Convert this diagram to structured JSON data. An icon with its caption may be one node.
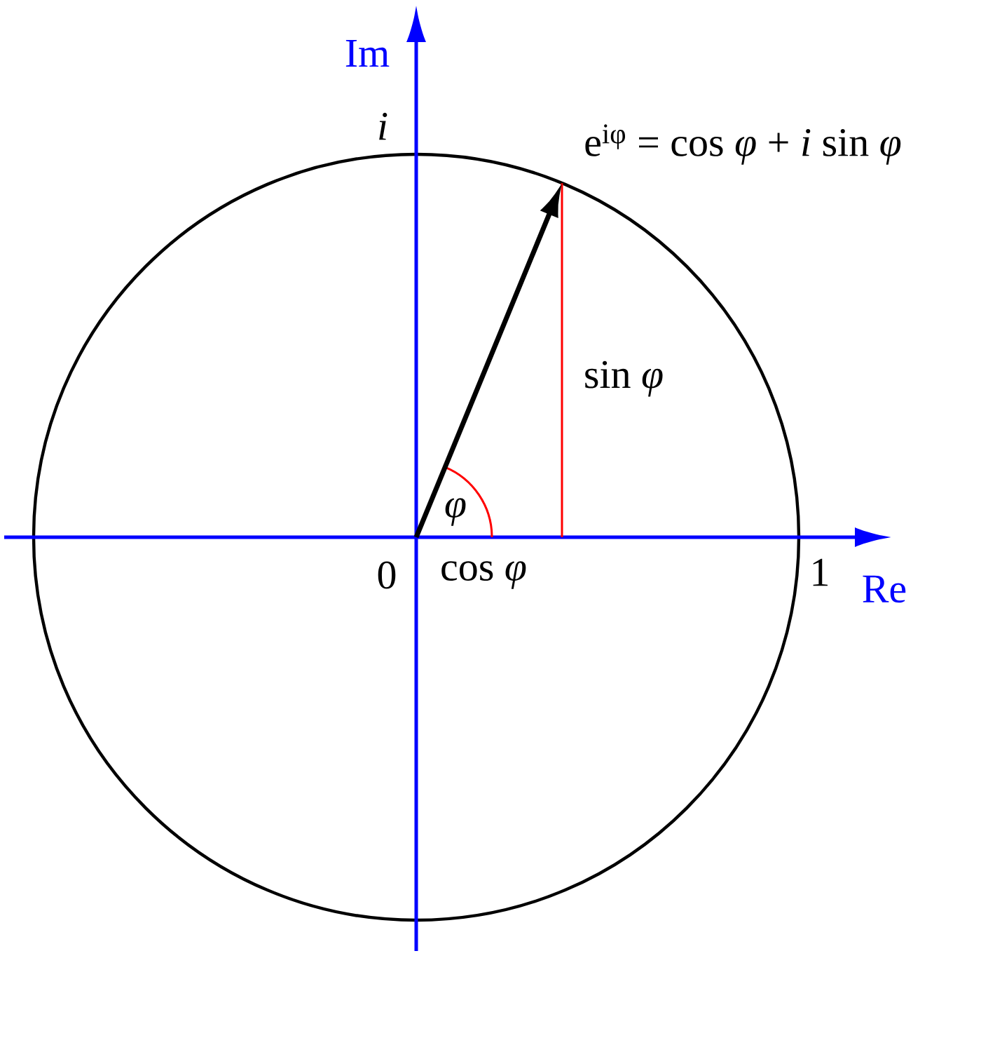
{
  "diagram": {
    "labels": [
      "Im",
      "i",
      "e$^{iφ}$ = cos *φ* + *i* sin *φ*",
      "sin *φ*",
      "φ",
      "0",
      "cos *φ*",
      "1",
      "Re"
    ]
  }
}
